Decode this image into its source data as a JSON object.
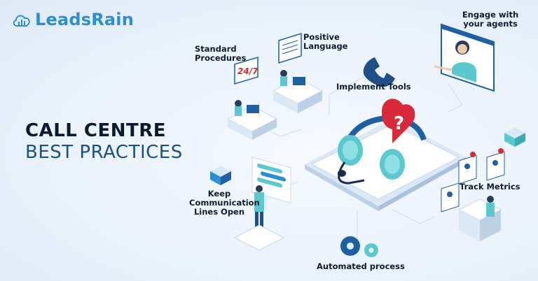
{
  "brand": {
    "name": "LeadsRain"
  },
  "headline": {
    "line1": "CALL CENTRE",
    "line2": "BEST PRACTICES"
  },
  "labels": {
    "standard_procedures_1": "Standard",
    "standard_procedures_2": "Procedures",
    "positive_language_1": "Positive",
    "positive_language_2": "Language",
    "engage_1": "Engage with",
    "engage_2": "your agents",
    "implement_tools": "Implement Tools",
    "track_metrics": "Track Metrics",
    "keep_open_1": "Keep",
    "keep_open_2": "Communication",
    "keep_open_3": "Lines Open",
    "automated_process": "Automated process",
    "sign_247": "24/7"
  },
  "colors": {
    "brand_blue": "#2b8fd0",
    "accent_red": "#d9283a",
    "teal": "#5bc8cf",
    "navy": "#1a4f86"
  }
}
